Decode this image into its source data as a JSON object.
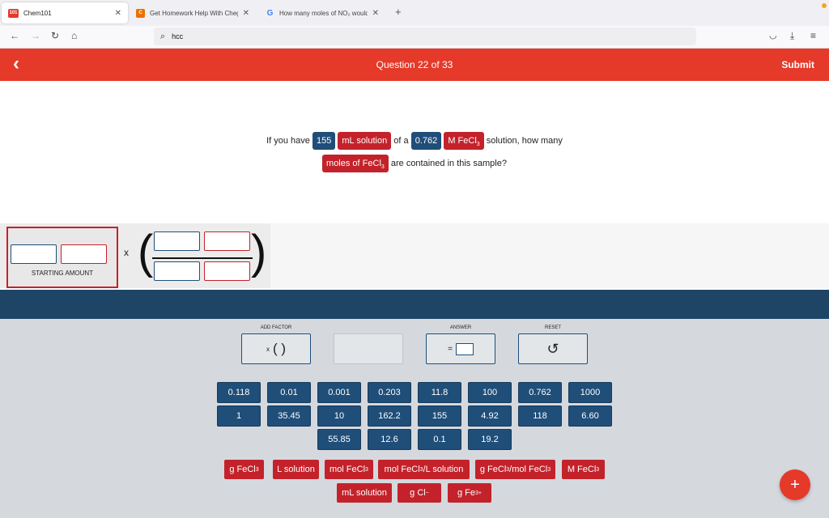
{
  "browser": {
    "tabs": [
      {
        "title": "Chem101",
        "favicon": "101"
      },
      {
        "title": "Get Homework Help With Chegg",
        "favicon": "C"
      },
      {
        "title": "How many moles of NO₂ would",
        "favicon": "G"
      }
    ],
    "url": "hcc"
  },
  "header": {
    "back_icon": "chevron-left-icon",
    "title": "Question 22 of 33",
    "submit_label": "Submit",
    "color": "#e5392a"
  },
  "question": {
    "t1": "If you have",
    "v1": "155",
    "u1": "mL solution",
    "t2": "of a",
    "v2": "0.762",
    "u2_pre": "M FeCl",
    "u2_sub": "3",
    "t3": "solution, how many",
    "u3_pre": "moles of FeCl",
    "u3_sub": "3",
    "t4": "are contained in this sample?"
  },
  "work": {
    "starting_label": "STARTING AMOUNT",
    "times": "x"
  },
  "controls": {
    "add_factor_label": "ADD FACTOR",
    "add_factor_text": "( )",
    "add_factor_x": "x",
    "answer_label": "ANSWER",
    "answer_eq": "=",
    "reset_label": "RESET",
    "reset_icon": "reset-icon"
  },
  "numbers": [
    "0.118",
    "0.01",
    "0.001",
    "0.203",
    "11.8",
    "100",
    "0.762",
    "1000",
    "1",
    "35.45",
    "10",
    "162.2",
    "155",
    "4.92",
    "118",
    "6.60",
    "55.85",
    "12.6",
    "0.1",
    "19.2"
  ],
  "units": [
    {
      "pre": "g FeCl",
      "sub": "3",
      "post": "",
      "sub2": "",
      "post2": ""
    },
    {
      "pre": "L solution",
      "sub": "",
      "post": "",
      "sub2": "",
      "post2": ""
    },
    {
      "pre": "mol FeCl",
      "sub": "3",
      "post": "",
      "sub2": "",
      "post2": ""
    },
    {
      "pre": "mol FeCl",
      "sub": "3",
      "post": "/L solution",
      "sub2": "",
      "post2": ""
    },
    {
      "pre": "g FeCl",
      "sub": "3",
      "post": "/mol FeCl",
      "sub2": "3",
      "post2": ""
    },
    {
      "pre": "M FeCl",
      "sub": "3",
      "post": "",
      "sub2": "",
      "post2": ""
    },
    {
      "pre": "mL solution",
      "sub": "",
      "post": "",
      "sub2": "",
      "post2": ""
    },
    {
      "pre": "g Cl",
      "sup": "−",
      "post": "",
      "sub": "",
      "sub2": "",
      "post2": ""
    },
    {
      "pre": "g Fe",
      "sup": "3+",
      "post": "",
      "sub": "",
      "sub2": "",
      "post2": ""
    }
  ],
  "fab_label": "+",
  "colors": {
    "number_button": "#1f4e79",
    "unit_button": "#c4222b",
    "banner": "#1e4566"
  }
}
